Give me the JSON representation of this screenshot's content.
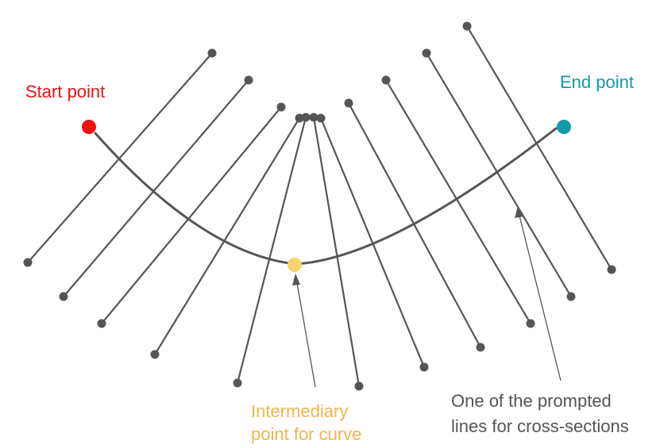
{
  "labels": {
    "start_point": "Start point",
    "end_point": "End point",
    "intermediary_line1": "Intermediary",
    "intermediary_line2": "point for curve",
    "prompted_line1": "One of the prompted",
    "prompted_line2": "lines for cross-sections"
  },
  "colors": {
    "start": "#ee1111",
    "end": "#119aa8",
    "intermediary": "#f7d46a",
    "intermediary_text": "#f2b44c",
    "prompted_text": "#555555",
    "lines": "#555555"
  }
}
